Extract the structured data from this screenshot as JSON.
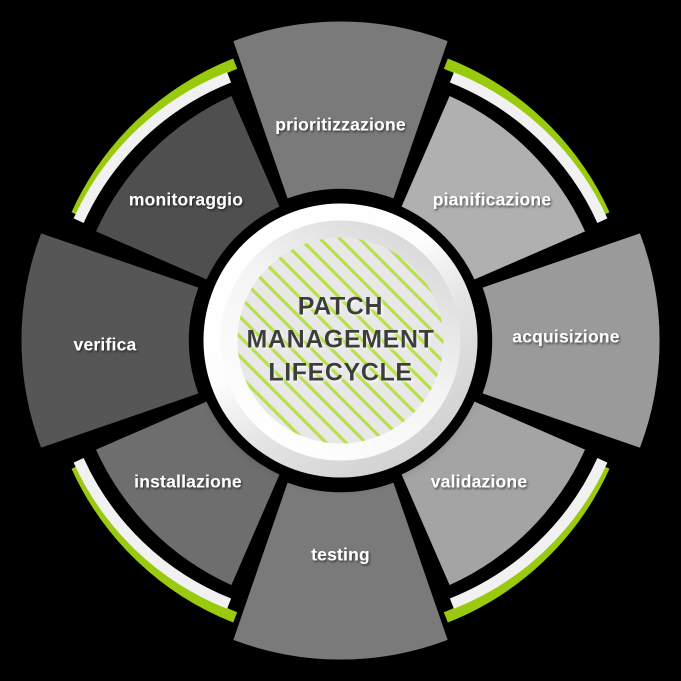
{
  "diagram": {
    "title_lines": [
      "PATCH",
      "MANAGEMENT",
      "LIFECYCLE"
    ],
    "background_color": "#000000",
    "accent_color": "#9aca0e",
    "ring_white_color": "#f2f2f2",
    "center_fill_color": "#e6e6e6",
    "center_text_color": "#3d3d3d",
    "label_text_color": "#ffffff",
    "segment_count": 8,
    "segments": [
      {
        "id": "prioritizzazione",
        "label": "prioritizzazione",
        "order": 1,
        "position": "top",
        "fill": "#7a7a7a",
        "protruding": true,
        "start_angle": -69,
        "end_angle": -21
      },
      {
        "id": "pianificazione",
        "label": "pianificazione",
        "order": 2,
        "position": "top-right",
        "fill": "#b0b0b0",
        "protruding": false,
        "start_angle": -66,
        "end_angle": -24
      },
      {
        "id": "acquisizione",
        "label": "acquisizione",
        "order": 3,
        "position": "right",
        "fill": "#9a9a9a",
        "protruding": true,
        "start_angle": -21,
        "end_angle": 21
      },
      {
        "id": "validazione",
        "label": "validazione",
        "order": 4,
        "position": "bottom-right",
        "fill": "#a4a4a4",
        "protruding": false,
        "start_angle": 24,
        "end_angle": 66
      },
      {
        "id": "testing",
        "label": "testing",
        "order": 5,
        "position": "bottom",
        "fill": "#7a7a7a",
        "protruding": true,
        "start_angle": 69,
        "end_angle": 111
      },
      {
        "id": "installazione",
        "label": "installazione",
        "order": 6,
        "position": "bottom-left",
        "fill": "#6e6e6e",
        "protruding": false,
        "start_angle": 114,
        "end_angle": 156
      },
      {
        "id": "verifica",
        "label": "verifica",
        "order": 7,
        "position": "left",
        "fill": "#575757",
        "protruding": true,
        "start_angle": 159,
        "end_angle": 201
      },
      {
        "id": "monitoraggio",
        "label": "monitoraggio",
        "order": 8,
        "position": "top-left",
        "fill": "#4f4f4f",
        "protruding": false,
        "start_angle": 204,
        "end_angle": 246
      }
    ]
  }
}
